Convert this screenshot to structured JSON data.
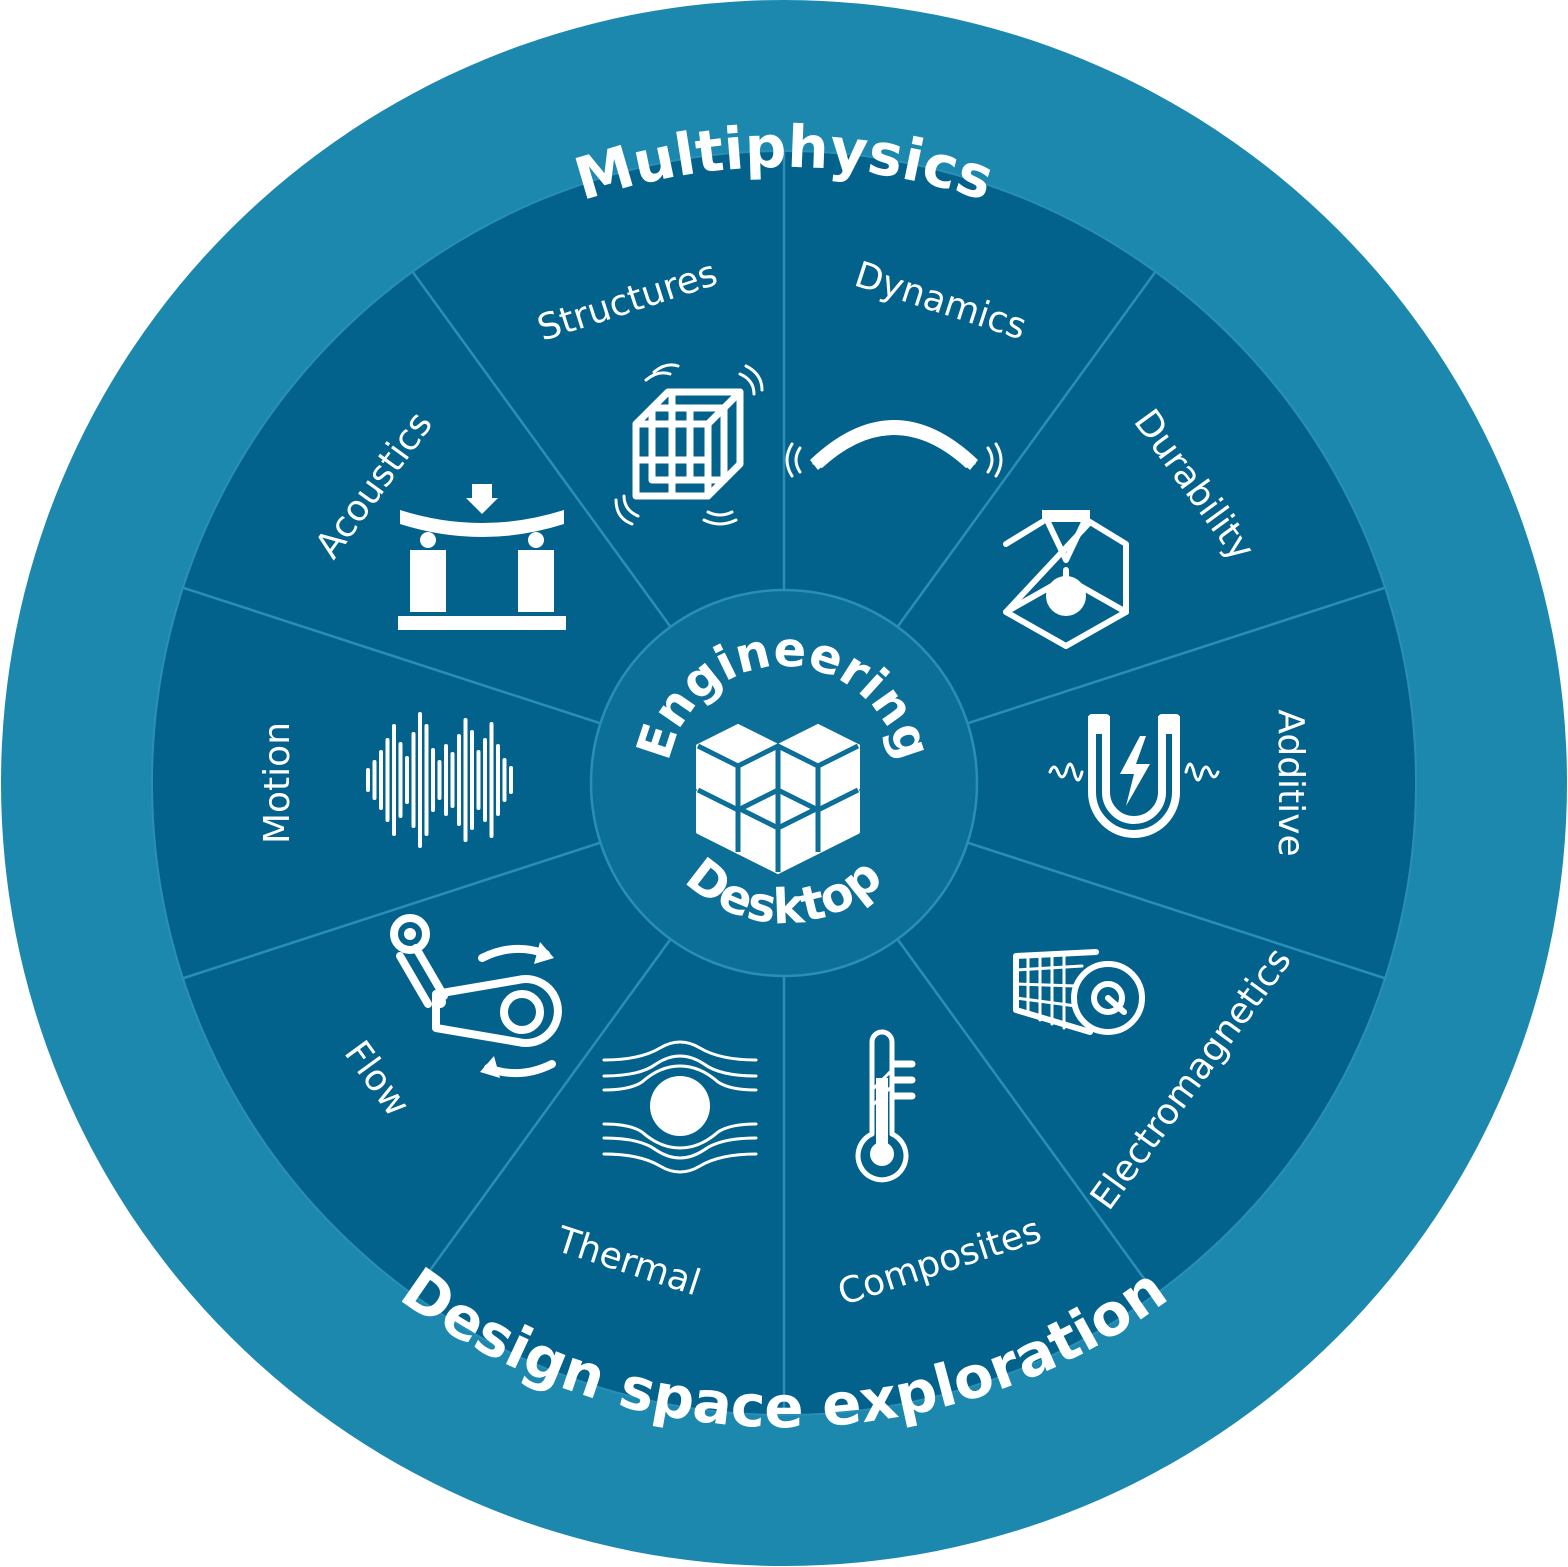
{
  "ring": {
    "top_label": "Multiphysics",
    "bottom_label": "Design space exploration"
  },
  "hub": {
    "top_label": "Engineering",
    "bottom_label": "Desktop",
    "icon": "cubes-icon"
  },
  "segments": [
    {
      "label": "Dynamics",
      "icon": "vibrating-cube-icon"
    },
    {
      "label": "Durability",
      "icon": "cracked-arc-icon"
    },
    {
      "label": "Additive",
      "icon": "3d-printer-icon"
    },
    {
      "label": "Electromagnetics",
      "icon": "magnet-icon"
    },
    {
      "label": "Composites",
      "icon": "composite-roll-icon"
    },
    {
      "label": "Thermal",
      "icon": "thermometer-icon"
    },
    {
      "label": "Flow",
      "icon": "flow-sphere-icon"
    },
    {
      "label": "Motion",
      "icon": "linkage-icon"
    },
    {
      "label": "Acoustics",
      "icon": "sound-wave-icon"
    },
    {
      "label": "Structures",
      "icon": "beam-load-icon"
    }
  ],
  "colors": {
    "ring": "#1c88ad",
    "segments": "#03628b",
    "hub": "#0c6f98",
    "divider": "#2a8fb8",
    "text": "#ffffff"
  }
}
